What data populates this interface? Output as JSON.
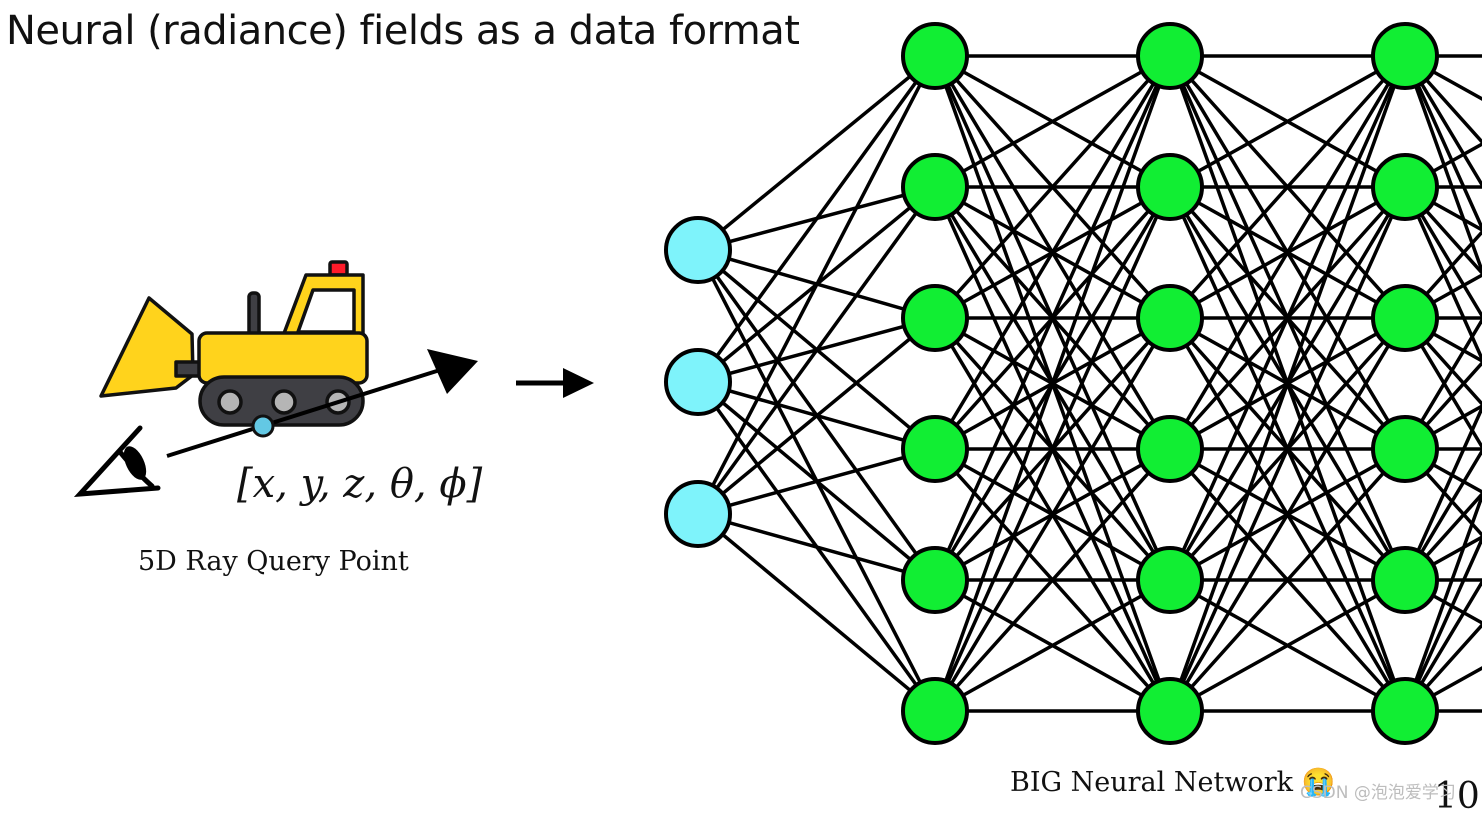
{
  "title": "Neural (radiance) fields as a data format",
  "query": {
    "formula": "[x, y, z, θ, ϕ]",
    "caption": "5D Ray Query Point"
  },
  "network": {
    "caption": "BIG Neural Network",
    "emoji": "😭",
    "input_node_count": 3,
    "hidden_layer_node_count": 6,
    "hidden_layer_count": 3
  },
  "corner_text": "10",
  "watermark": "CSDN @泡泡爱学习",
  "colors": {
    "input_node": "#7ef3fb",
    "hidden_node": "#11ee33",
    "bulldozer_body": "#ffd31c",
    "bulldozer_dark": "#3f3f44",
    "bulldozer_wheel": "#b5b5b5",
    "light": "#ff1b2a",
    "query_point": "#63c8e4"
  },
  "icons": [
    "bulldozer-icon",
    "eye-icon",
    "arrow-right-icon",
    "crying-face-icon"
  ]
}
